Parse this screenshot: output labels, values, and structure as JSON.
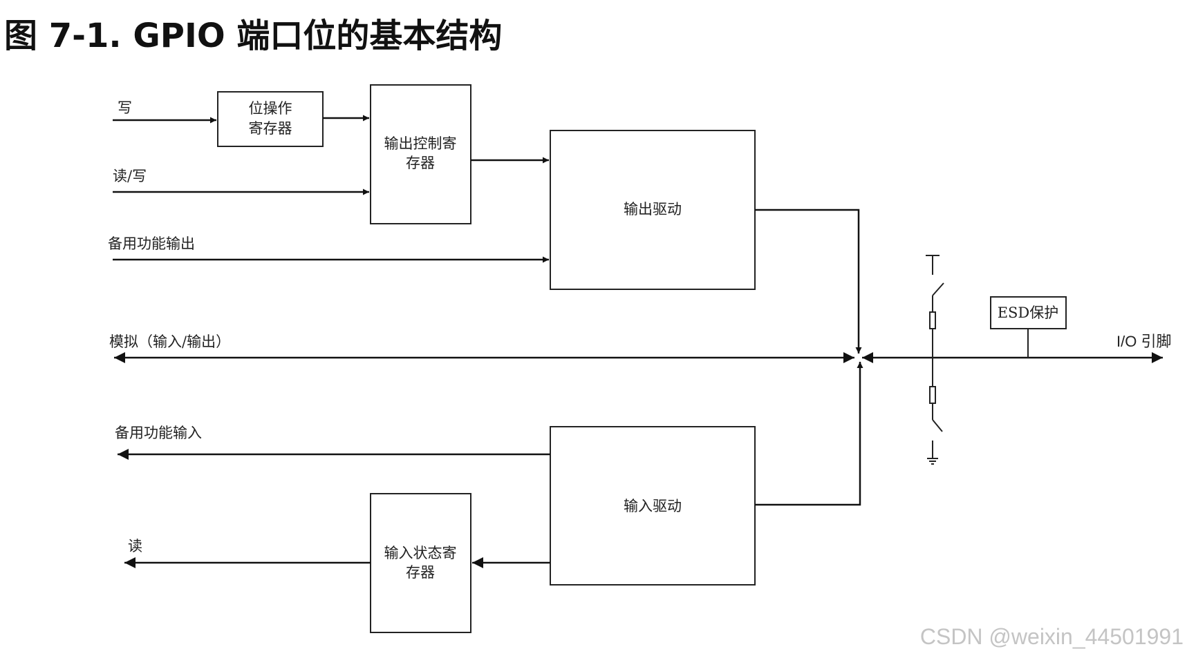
{
  "figure": {
    "title": "图 7-1. GPIO 端口位的基本结构"
  },
  "blocks": {
    "bit_op_register": [
      "位操作",
      "寄存器"
    ],
    "output_control_register": [
      "输出控制寄",
      "存器"
    ],
    "output_driver": "输出驱动",
    "input_driver": "输入驱动",
    "input_status_register": [
      "输入状态寄",
      "存器"
    ],
    "esd": "ESD保护"
  },
  "signals": {
    "write": "写",
    "read_write": "读/写",
    "alt_func_output": "备用功能输出",
    "analog": "模拟（输入/输出）",
    "alt_func_input": "备用功能输入",
    "read": "读",
    "io_pin": "I/O  引脚"
  },
  "watermark": "CSDN @weixin_44501991"
}
